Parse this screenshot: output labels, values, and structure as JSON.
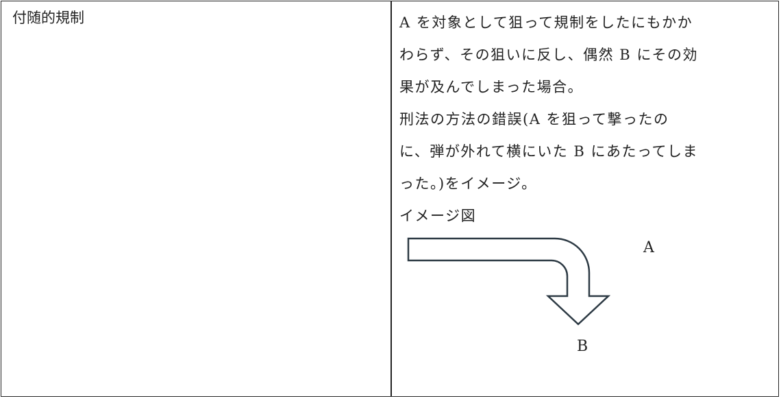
{
  "row": {
    "term": "付随的規制",
    "lines": [
      "A を対象として狙って規制をしたにもかか",
      "わらず、その狙いに反し、偶然 B にその効",
      "果が及んでしまった場合。",
      "刑法の方法の錯誤(A を狙って撃ったの",
      "に、弾が外れて横にいた B にあたってしま",
      "った。)をイメージ。",
      "イメージ図"
    ],
    "diagram": {
      "label_a": "A",
      "label_b": "B"
    }
  }
}
